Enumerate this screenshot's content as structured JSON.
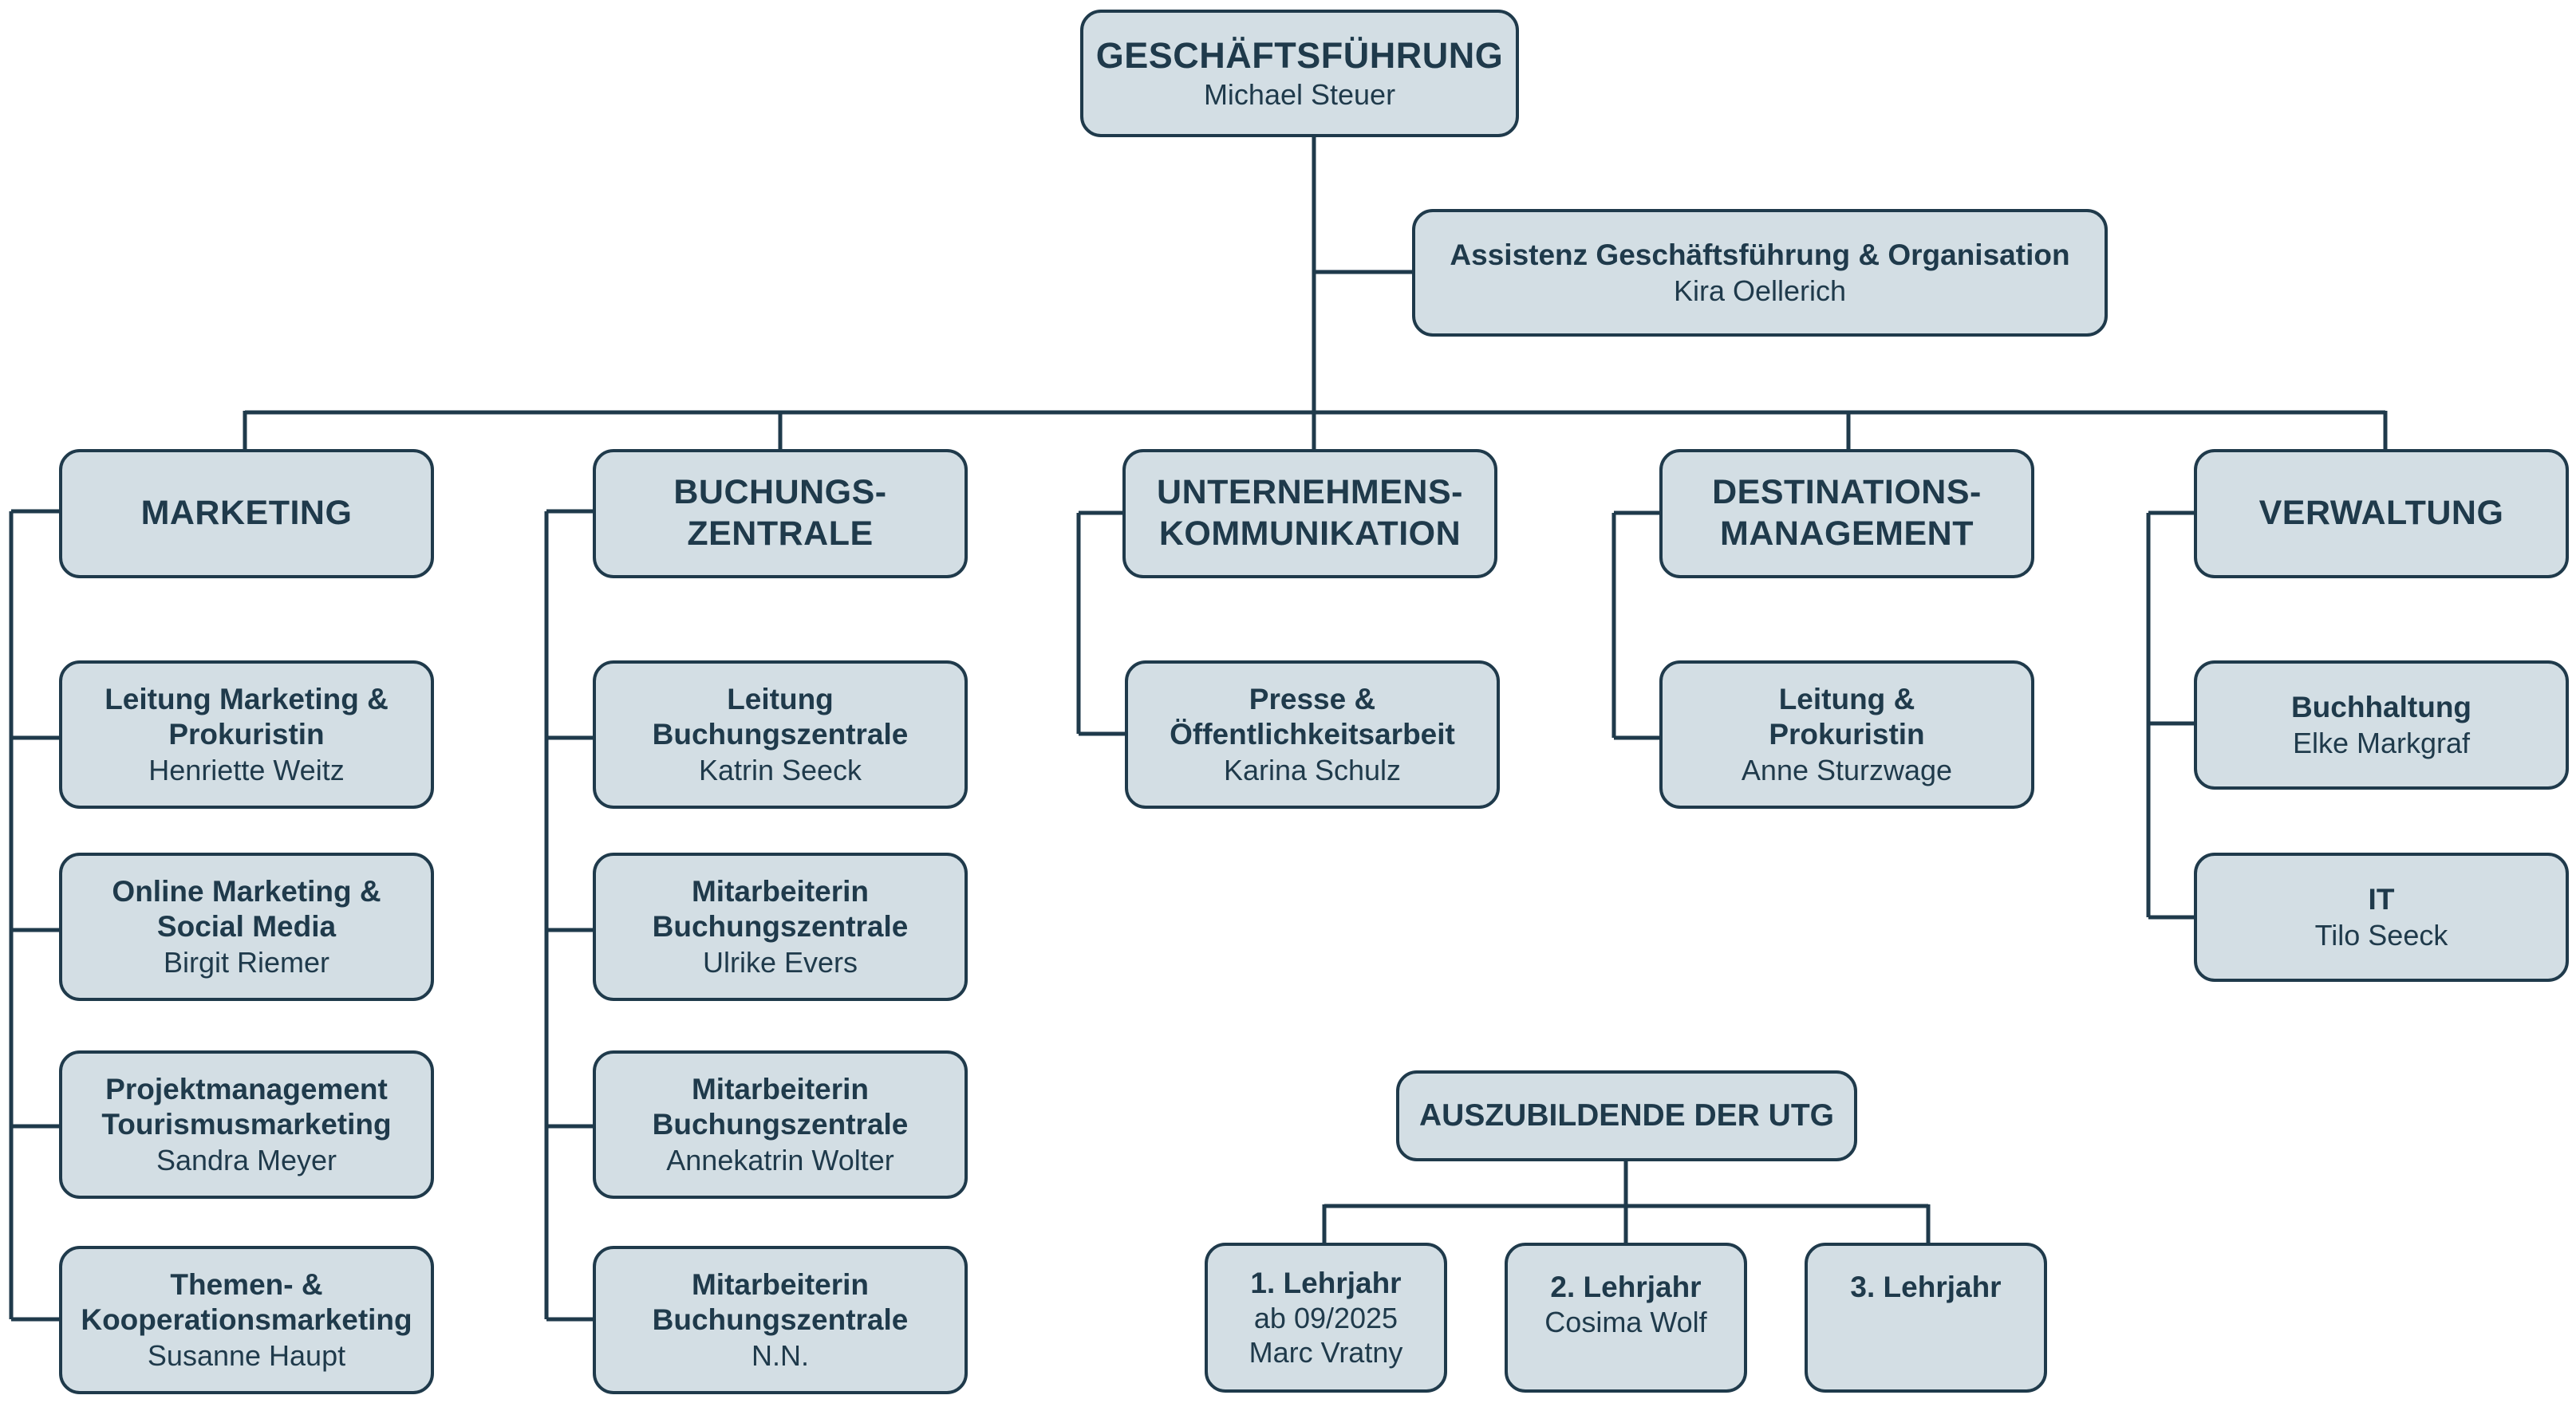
{
  "top": {
    "title": "GESCHÄFTSFÜHRUNG",
    "person": "Michael Steuer"
  },
  "assistant": {
    "role": "Assistenz Geschäftsführung & Organisation",
    "person": "Kira Oellerich"
  },
  "departments": [
    {
      "title_lines": [
        "MARKETING"
      ],
      "positions": [
        {
          "role_lines": [
            "Leitung Marketing &",
            "Prokuristin"
          ],
          "person": "Henriette Weitz"
        },
        {
          "role_lines": [
            "Online Marketing &",
            "Social Media"
          ],
          "person": "Birgit Riemer"
        },
        {
          "role_lines": [
            "Projektmanagement",
            "Tourismusmarketing"
          ],
          "person": "Sandra Meyer"
        },
        {
          "role_lines": [
            "Themen- &",
            "Kooperationsmarketing"
          ],
          "person": "Susanne Haupt"
        }
      ]
    },
    {
      "title_lines": [
        "BUCHUNGS-",
        "ZENTRALE"
      ],
      "positions": [
        {
          "role_lines": [
            "Leitung",
            "Buchungszentrale"
          ],
          "person": "Katrin Seeck"
        },
        {
          "role_lines": [
            "Mitarbeiterin",
            "Buchungszentrale"
          ],
          "person": "Ulrike Evers"
        },
        {
          "role_lines": [
            "Mitarbeiterin",
            "Buchungszentrale"
          ],
          "person": "Annekatrin Wolter"
        },
        {
          "role_lines": [
            "Mitarbeiterin",
            "Buchungszentrale"
          ],
          "person": "N.N."
        }
      ]
    },
    {
      "title_lines": [
        "UNTERNEHMENS-",
        "KOMMUNIKATION"
      ],
      "positions": [
        {
          "role_lines": [
            "Presse &",
            "Öffentlichkeitsarbeit"
          ],
          "person": "Karina Schulz"
        }
      ]
    },
    {
      "title_lines": [
        "DESTINATIONS-",
        "MANAGEMENT"
      ],
      "positions": [
        {
          "role_lines": [
            "Leitung &",
            "Prokuristin"
          ],
          "person": "Anne Sturzwage"
        }
      ]
    },
    {
      "title_lines": [
        "VERWALTUNG"
      ],
      "positions": [
        {
          "role_lines": [
            "Buchhaltung"
          ],
          "person": "Elke Markgraf"
        },
        {
          "role_lines": [
            "IT"
          ],
          "person": "Tilo Seeck"
        }
      ]
    }
  ],
  "trainees": {
    "title": "AUSZUBILDENDE DER UTG",
    "years": [
      {
        "label": "1. Lehrjahr",
        "lines": [
          "ab 09/2025",
          "Marc Vratny"
        ]
      },
      {
        "label": "2. Lehrjahr",
        "lines": [
          "Cosima Wolf"
        ]
      },
      {
        "label": "3. Lehrjahr",
        "lines": []
      }
    ]
  },
  "colors": {
    "box_fill": "#d3dee4",
    "line": "#1f3a4b",
    "text": "#1f3a4b"
  }
}
